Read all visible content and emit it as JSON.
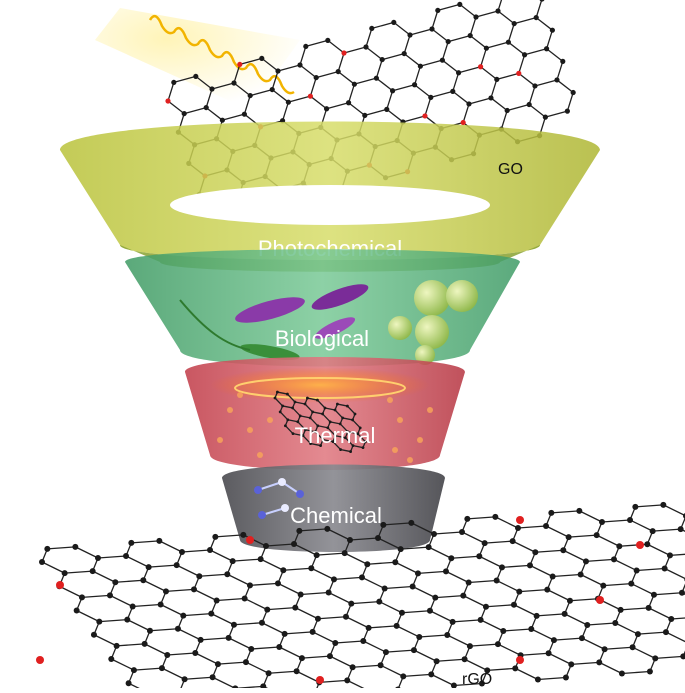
{
  "labels": {
    "top_material": "GO",
    "bottom_material": "rGO"
  },
  "stages": [
    {
      "label": "Photochemical",
      "color": "#c9cf4a"
    },
    {
      "label": "Biological",
      "color": "#6fc08a"
    },
    {
      "label": "Thermal",
      "color": "#d9626c"
    },
    {
      "label": "Chemical",
      "color": "#6e6e74"
    }
  ],
  "colors": {
    "light_wave": "#f2b400",
    "atom_carbon": "#1a1a1a",
    "atom_oxygen": "#e02020",
    "bond": "#222222"
  },
  "icons": [
    "light-wave-icon",
    "bacteria-icon",
    "spore-cluster-icon",
    "flame-glow-icon",
    "molecule-icon"
  ]
}
